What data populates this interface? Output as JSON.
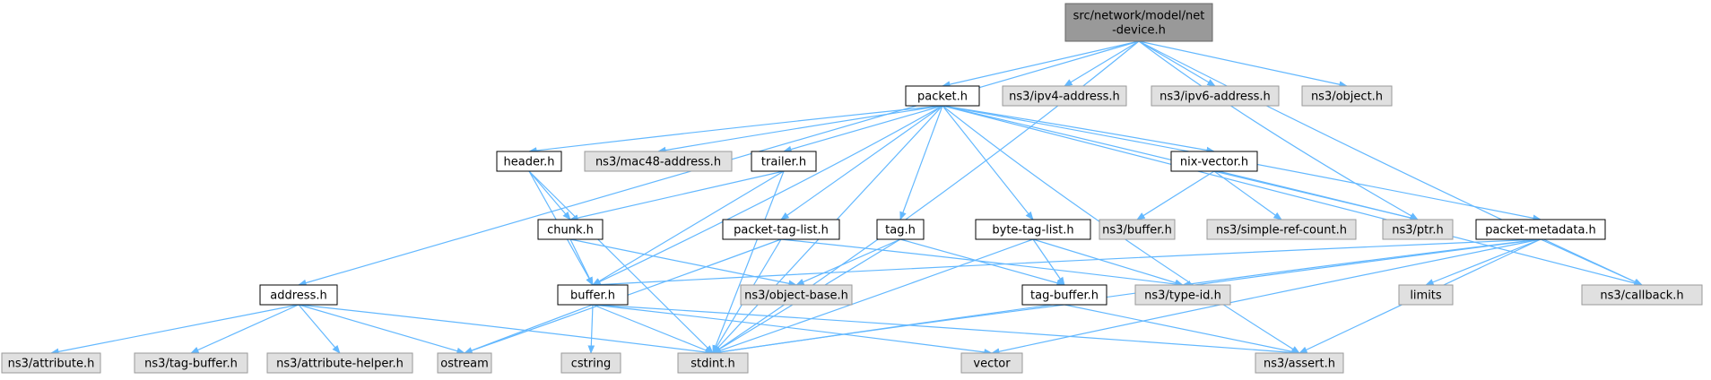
{
  "colors": {
    "edge": "#63b8ff",
    "root_fill": "#999999",
    "root_border": "#666666",
    "doc_fill": "#ffffff",
    "doc_border": "#000000",
    "ext_fill": "#e0e0e0",
    "ext_border": "#999999"
  },
  "nodes": {
    "root": {
      "lines": [
        "src/network/model/net",
        "-device.h"
      ],
      "kind": "root"
    },
    "packet": {
      "lines": [
        "packet.h"
      ],
      "kind": "doc"
    },
    "ipv4": {
      "lines": [
        "ns3/ipv4-address.h"
      ],
      "kind": "ext"
    },
    "ipv6": {
      "lines": [
        "ns3/ipv6-address.h"
      ],
      "kind": "ext"
    },
    "object": {
      "lines": [
        "ns3/object.h"
      ],
      "kind": "ext"
    },
    "header": {
      "lines": [
        "header.h"
      ],
      "kind": "doc"
    },
    "mac48": {
      "lines": [
        "ns3/mac48-address.h"
      ],
      "kind": "ext"
    },
    "trailer": {
      "lines": [
        "trailer.h"
      ],
      "kind": "doc"
    },
    "nixvector": {
      "lines": [
        "nix-vector.h"
      ],
      "kind": "doc"
    },
    "chunk": {
      "lines": [
        "chunk.h"
      ],
      "kind": "doc"
    },
    "pkttaglist": {
      "lines": [
        "packet-tag-list.h"
      ],
      "kind": "doc"
    },
    "tag": {
      "lines": [
        "tag.h"
      ],
      "kind": "doc"
    },
    "bytetaglist": {
      "lines": [
        "byte-tag-list.h"
      ],
      "kind": "doc"
    },
    "nsbuffer": {
      "lines": [
        "ns3/buffer.h"
      ],
      "kind": "ext"
    },
    "simplerefcount": {
      "lines": [
        "ns3/simple-ref-count.h"
      ],
      "kind": "ext"
    },
    "ptr": {
      "lines": [
        "ns3/ptr.h"
      ],
      "kind": "ext"
    },
    "pktmetadata": {
      "lines": [
        "packet-metadata.h"
      ],
      "kind": "doc"
    },
    "address": {
      "lines": [
        "address.h"
      ],
      "kind": "doc"
    },
    "buffer": {
      "lines": [
        "buffer.h"
      ],
      "kind": "doc"
    },
    "objectbase": {
      "lines": [
        "ns3/object-base.h"
      ],
      "kind": "ext"
    },
    "tagbuffer": {
      "lines": [
        "tag-buffer.h"
      ],
      "kind": "doc"
    },
    "typeid": {
      "lines": [
        "ns3/type-id.h"
      ],
      "kind": "ext"
    },
    "limits": {
      "lines": [
        "limits"
      ],
      "kind": "ext"
    },
    "callback": {
      "lines": [
        "ns3/callback.h"
      ],
      "kind": "ext"
    },
    "attribute": {
      "lines": [
        "ns3/attribute.h"
      ],
      "kind": "ext"
    },
    "nstagbuffer": {
      "lines": [
        "ns3/tag-buffer.h"
      ],
      "kind": "ext"
    },
    "attrhelper": {
      "lines": [
        "ns3/attribute-helper.h"
      ],
      "kind": "ext"
    },
    "ostream": {
      "lines": [
        "ostream"
      ],
      "kind": "ext"
    },
    "stdint": {
      "lines": [
        "stdint.h"
      ],
      "kind": "ext"
    },
    "cstring": {
      "lines": [
        "cstring"
      ],
      "kind": "ext"
    },
    "vector": {
      "lines": [
        "vector"
      ],
      "kind": "ext"
    },
    "assert": {
      "lines": [
        "ns3/assert.h"
      ],
      "kind": "ext"
    }
  },
  "edges": [
    [
      "root",
      "packet"
    ],
    [
      "root",
      "ipv4"
    ],
    [
      "root",
      "ipv6"
    ],
    [
      "root",
      "object"
    ],
    [
      "root",
      "address"
    ],
    [
      "root",
      "stdint"
    ],
    [
      "root",
      "ptr"
    ],
    [
      "root",
      "callback"
    ],
    [
      "packet",
      "header"
    ],
    [
      "packet",
      "mac48"
    ],
    [
      "packet",
      "trailer"
    ],
    [
      "packet",
      "nixvector"
    ],
    [
      "packet",
      "pkttaglist"
    ],
    [
      "packet",
      "tag"
    ],
    [
      "packet",
      "bytetaglist"
    ],
    [
      "packet",
      "ptr"
    ],
    [
      "packet",
      "pktmetadata"
    ],
    [
      "packet",
      "buffer"
    ],
    [
      "packet",
      "stdint"
    ],
    [
      "packet",
      "callback"
    ],
    [
      "packet",
      "assert"
    ],
    [
      "header",
      "chunk"
    ],
    [
      "header",
      "buffer"
    ],
    [
      "header",
      "stdint"
    ],
    [
      "trailer",
      "chunk"
    ],
    [
      "trailer",
      "buffer"
    ],
    [
      "trailer",
      "stdint"
    ],
    [
      "chunk",
      "buffer"
    ],
    [
      "chunk",
      "objectbase"
    ],
    [
      "pkttaglist",
      "ostream"
    ],
    [
      "pkttaglist",
      "stdint"
    ],
    [
      "pkttaglist",
      "typeid"
    ],
    [
      "tag",
      "objectbase"
    ],
    [
      "tag",
      "tagbuffer"
    ],
    [
      "tag",
      "stdint"
    ],
    [
      "bytetaglist",
      "tagbuffer"
    ],
    [
      "bytetaglist",
      "typeid"
    ],
    [
      "bytetaglist",
      "stdint"
    ],
    [
      "nixvector",
      "nsbuffer"
    ],
    [
      "nixvector",
      "simplerefcount"
    ],
    [
      "nixvector",
      "ptr"
    ],
    [
      "pktmetadata",
      "buffer"
    ],
    [
      "pktmetadata",
      "typeid"
    ],
    [
      "pktmetadata",
      "limits"
    ],
    [
      "pktmetadata",
      "callback"
    ],
    [
      "pktmetadata",
      "stdint"
    ],
    [
      "pktmetadata",
      "vector"
    ],
    [
      "pktmetadata",
      "assert"
    ],
    [
      "address",
      "attribute"
    ],
    [
      "address",
      "nstagbuffer"
    ],
    [
      "address",
      "attrhelper"
    ],
    [
      "address",
      "ostream"
    ],
    [
      "address",
      "stdint"
    ],
    [
      "buffer",
      "ostream"
    ],
    [
      "buffer",
      "cstring"
    ],
    [
      "buffer",
      "stdint"
    ],
    [
      "buffer",
      "vector"
    ],
    [
      "buffer",
      "assert"
    ],
    [
      "tagbuffer",
      "stdint"
    ],
    [
      "tagbuffer",
      "assert"
    ]
  ]
}
